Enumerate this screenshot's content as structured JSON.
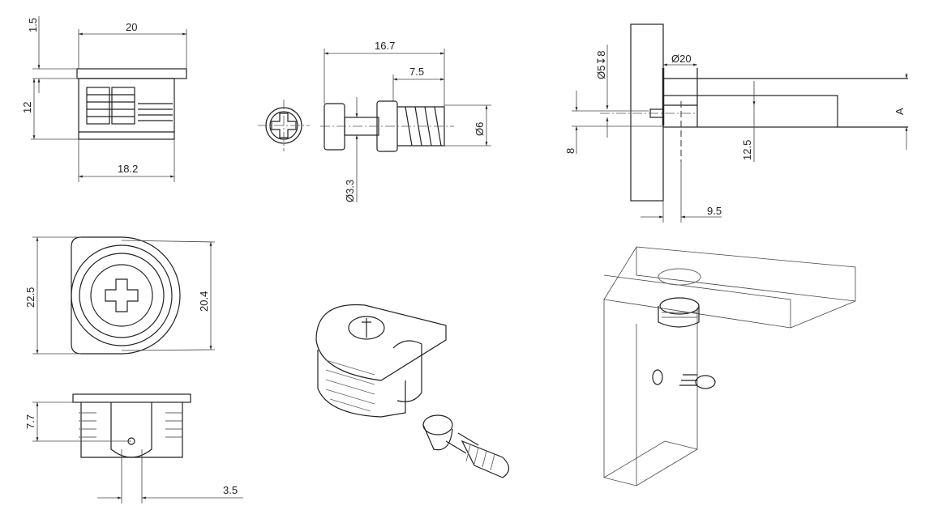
{
  "title": "Minifix cam connector technical drawing",
  "dimensions": {
    "cam_flange_thickness": "1.5",
    "cam_flange_width": "20",
    "cam_height": "12",
    "cam_body_width": "18.2",
    "bolt_length": "16.7",
    "bolt_thread_length": "7.5",
    "bolt_thread_diameter": "Ø6",
    "bolt_neck_diameter": "Ø3.3",
    "hole_spec": "Ø5↧8",
    "cam_hole_diameter": "Ø20",
    "hole_offset": "8",
    "rod_offset": "12.5",
    "edge_distance": "9.5",
    "panel_thickness": "A",
    "cam_top_length": "22.5",
    "cam_top_width": "20.4",
    "cam_section_depth": "7.7",
    "slot_width": "3.5"
  }
}
